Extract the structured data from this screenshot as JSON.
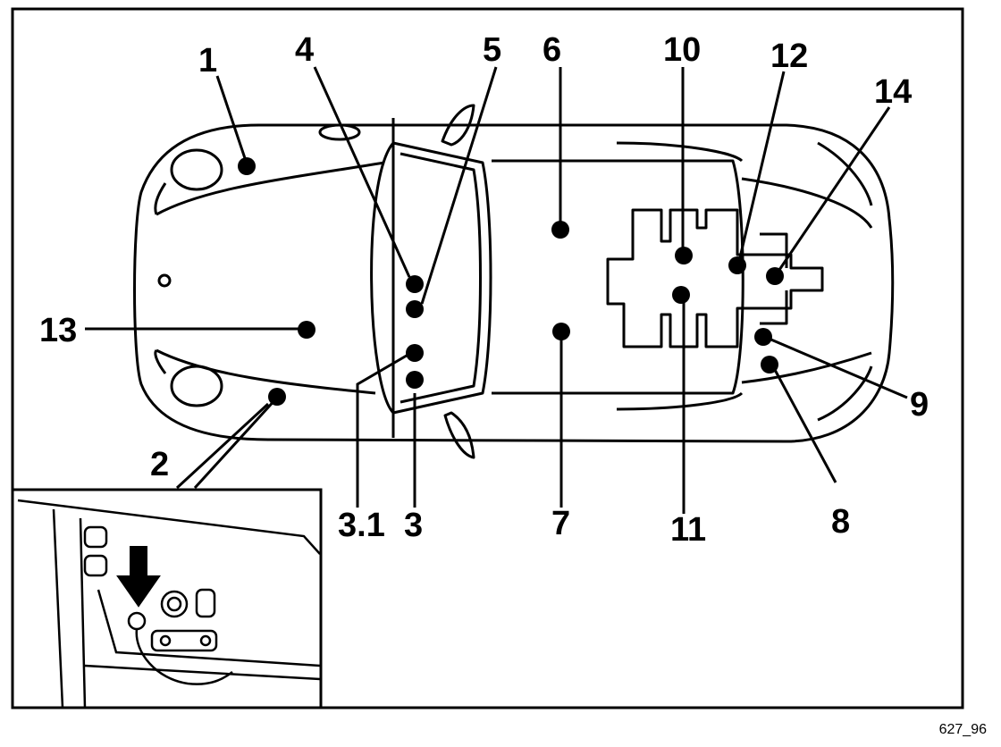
{
  "diagram": {
    "callouts": [
      "1",
      "2",
      "3",
      "3.1",
      "4",
      "5",
      "6",
      "7",
      "8",
      "9",
      "10",
      "11",
      "12",
      "13",
      "14"
    ]
  },
  "reference_code": "627_96"
}
